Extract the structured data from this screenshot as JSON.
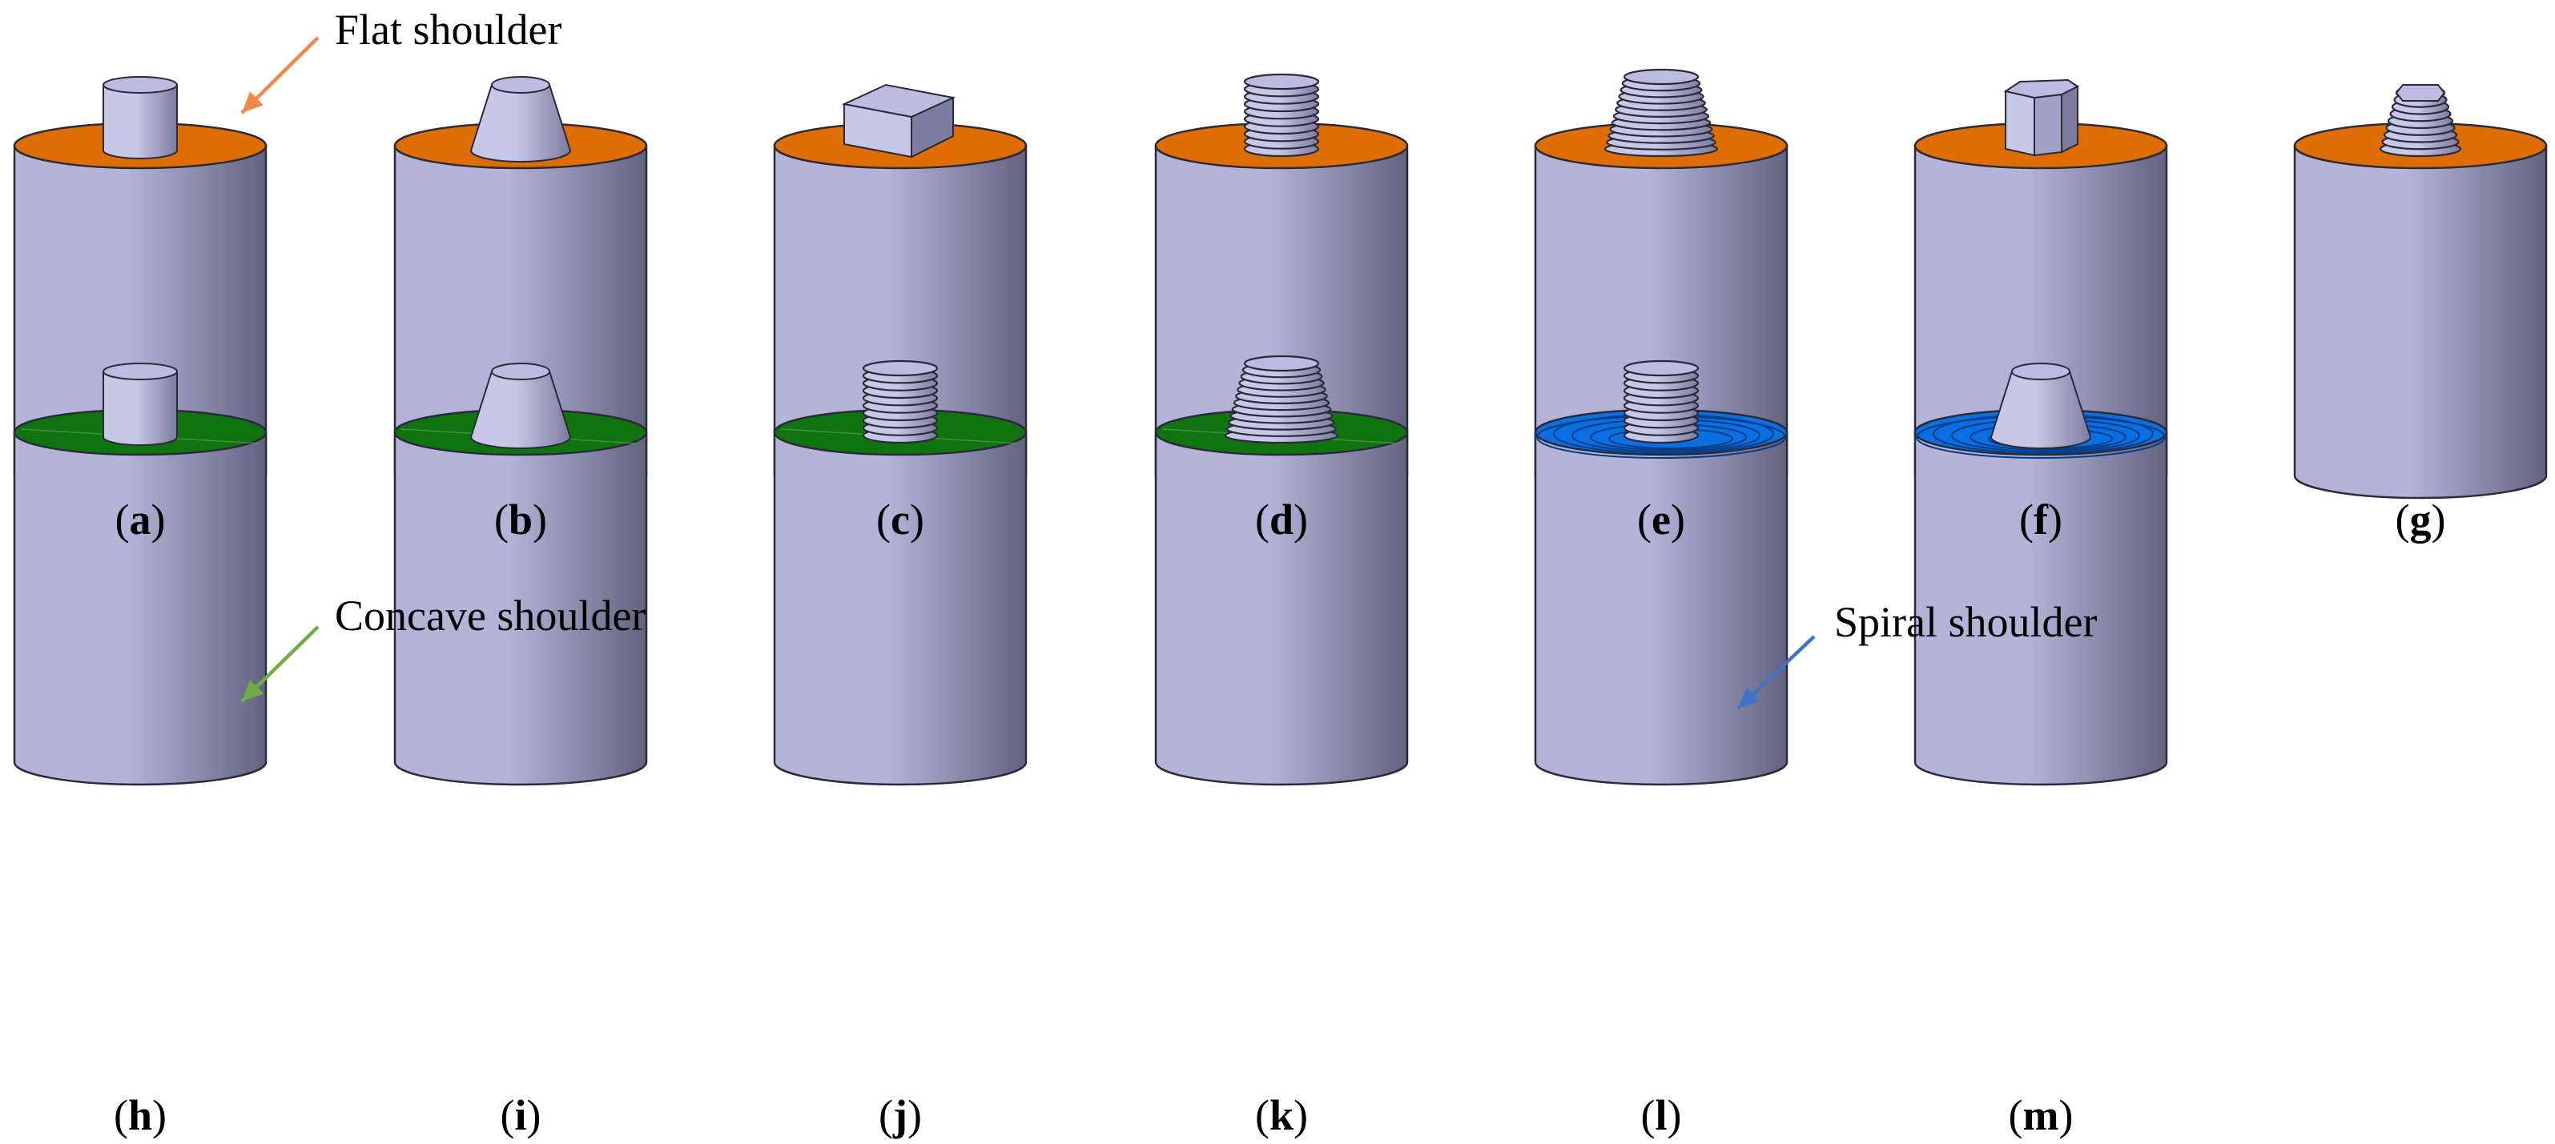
{
  "colors": {
    "body_light": "#b4b4d9",
    "body_dark": "#636380",
    "pin_light": "#c7c7e6",
    "pin_dark": "#7c7ca0",
    "pin_top": "#bcbce0",
    "outline": "#2a2a3a",
    "flat_shoulder": "#de6d04",
    "concave_shoulder": "#0f730f",
    "spiral_shoulder": "#0a6fe0",
    "flat_arrow": "#f08a4b",
    "concave_arrow": "#70ad47",
    "spiral_arrow": "#4472c4"
  },
  "annotations": [
    {
      "id": "flat",
      "text": "Flat shoulder"
    },
    {
      "id": "concave",
      "text": "Concave shoulder"
    },
    {
      "id": "spiral",
      "text": "Spiral shoulder"
    }
  ],
  "tools": [
    {
      "label": "a",
      "shoulder": "flat",
      "pin": "cylinder"
    },
    {
      "label": "b",
      "shoulder": "flat",
      "pin": "taper"
    },
    {
      "label": "c",
      "shoulder": "flat",
      "pin": "square"
    },
    {
      "label": "d",
      "shoulder": "flat",
      "pin": "threaded"
    },
    {
      "label": "e",
      "shoulder": "flat",
      "pin": "threaded-taper"
    },
    {
      "label": "f",
      "shoulder": "flat",
      "pin": "hexagon"
    },
    {
      "label": "g",
      "shoulder": "flat",
      "pin": "threaded-taper-flats"
    },
    {
      "label": "h",
      "shoulder": "concave",
      "pin": "cylinder"
    },
    {
      "label": "i",
      "shoulder": "concave",
      "pin": "taper"
    },
    {
      "label": "j",
      "shoulder": "concave",
      "pin": "threaded"
    },
    {
      "label": "k",
      "shoulder": "concave",
      "pin": "threaded-taper"
    },
    {
      "label": "l",
      "shoulder": "spiral",
      "pin": "threaded"
    },
    {
      "label": "m",
      "shoulder": "spiral",
      "pin": "taper"
    }
  ]
}
